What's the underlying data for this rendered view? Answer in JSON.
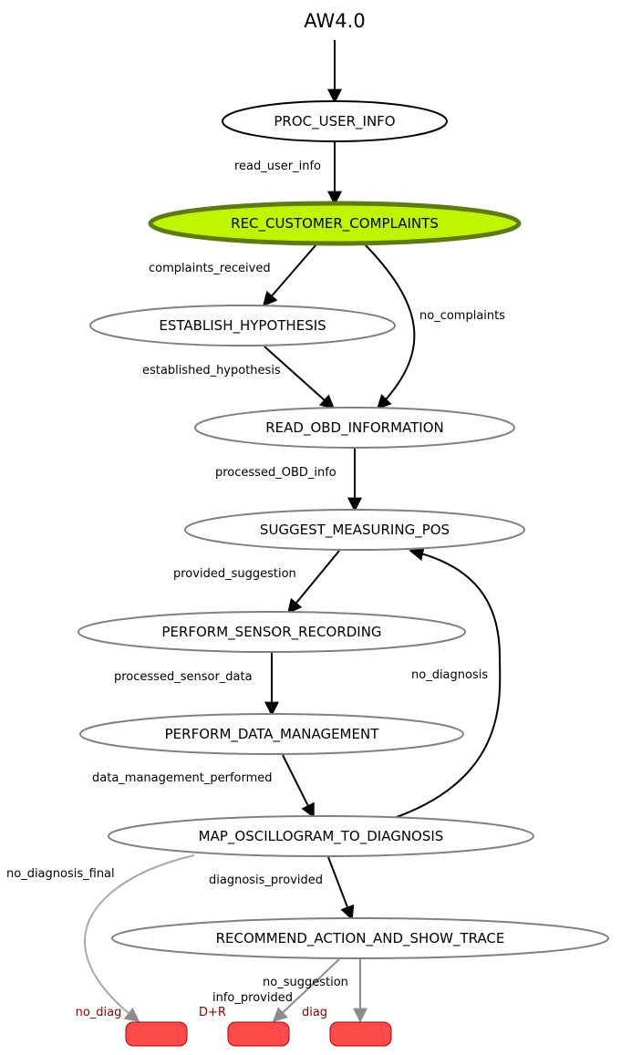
{
  "title": "AW4.0",
  "colors": {
    "active_fill": "#bff500",
    "active_stroke": "#5e7a12",
    "node_stroke": "#808080",
    "end_fill": "#ff4a4a",
    "end_label": "#8b0000"
  },
  "nodes": {
    "proc_user_info": "PROC_USER_INFO",
    "rec_customer_complaints": "REC_CUSTOMER_COMPLAINTS",
    "establish_hypothesis": "ESTABLISH_HYPOTHESIS",
    "read_obd_information": "READ_OBD_INFORMATION",
    "suggest_measuring_pos": "SUGGEST_MEASURING_POS",
    "perform_sensor_recording": "PERFORM_SENSOR_RECORDING",
    "perform_data_management": "PERFORM_DATA_MANAGEMENT",
    "map_oscillogram_to_diagnosis": "MAP_OSCILLOGRAM_TO_DIAGNOSIS",
    "recommend_action_and_show_trace": "RECOMMEND_ACTION_AND_SHOW_TRACE"
  },
  "edges": {
    "read_user_info": "read_user_info",
    "complaints_received": "complaints_received",
    "no_complaints": "no_complaints",
    "established_hypothesis": "established_hypothesis",
    "processed_obd_info": "processed_OBD_info",
    "provided_suggestion": "provided_suggestion",
    "no_diagnosis": "no_diagnosis",
    "processed_sensor_data": "processed_sensor_data",
    "data_management_performed": "data_management_performed",
    "no_diagnosis_final": "no_diagnosis_final",
    "diagnosis_provided": "diagnosis_provided",
    "no_suggestion": "no_suggestion",
    "info_provided": "info_provided"
  },
  "end_states": {
    "no_diag": "no_diag",
    "d_r": "D+R",
    "diag": "diag"
  }
}
